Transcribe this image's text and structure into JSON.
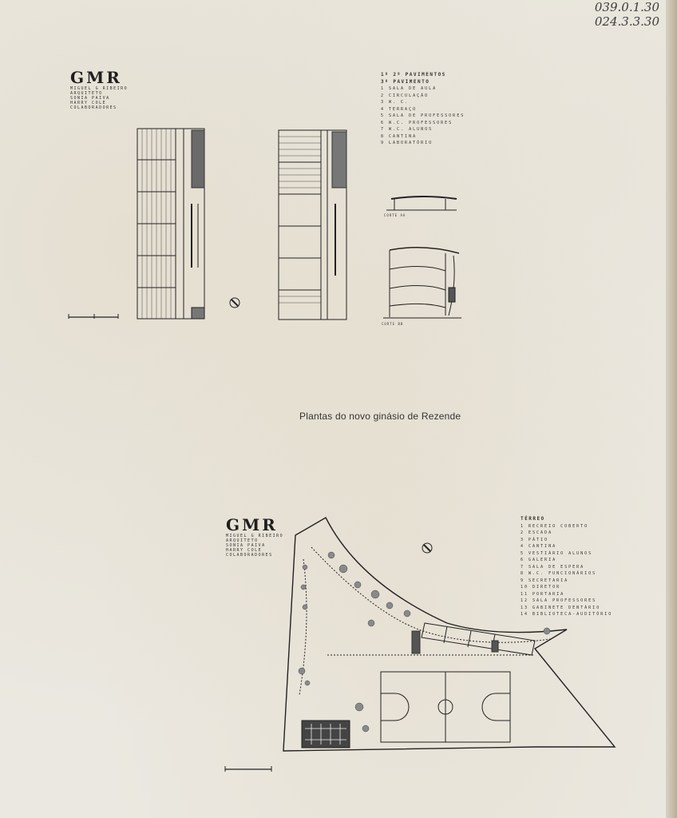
{
  "archive_codes": [
    "039.0.1.30",
    "024.3.3.30"
  ],
  "logo_top": {
    "mark": "GMR",
    "lines": [
      "MIGUEL G RIBEIRO",
      "ARQUITETO",
      "SONIA PAIVA",
      "HARRY COLE",
      "COLABORADORES"
    ]
  },
  "legend_top": {
    "heading1": "1º 2º PAVIMENTOS",
    "heading2": "3º PAVIMENTO",
    "items": [
      "1 SALA DE AULA",
      "2 CIRCULAÇÃO",
      "3 W. C.",
      "4 TERRAÇO",
      "5 SALA DE PROFESSORES",
      "6 W.C. PROFESSORES",
      "7 W.C. ALUNOS",
      "8 CANTINA",
      "9 LABORATÓRIO"
    ]
  },
  "section_labels": {
    "a": "CORTE AA",
    "b": "CORTE BB"
  },
  "caption": "Plantas do novo ginásio de Rezende",
  "logo_bottom": {
    "mark": "GMR",
    "lines": [
      "MIGUEL G RIBEIRO",
      "ARQUITETO",
      "SONIA PAIVA",
      "HARRY COLE",
      "COLABORADORES"
    ]
  },
  "legend_bottom": {
    "heading": "TÉRREO",
    "items": [
      "1 RECREIO COBERTO",
      "2 ESCADA",
      "3 PÁTIO",
      "4 CANTINA",
      "5 VESTIÁRIO ALUNOS",
      "6 GALERIA",
      "7 SALA DE ESPERA",
      "8 W.C. FUNCIONÁRIOS",
      "9 SECRETARIA",
      "10 DIRETOR",
      "11 PORTARIA",
      "12 SALA PROFESSORES",
      "13 GABINETE DENTÁRIO",
      "14 BIBLIOTECA-AUDITÓRIO"
    ]
  }
}
